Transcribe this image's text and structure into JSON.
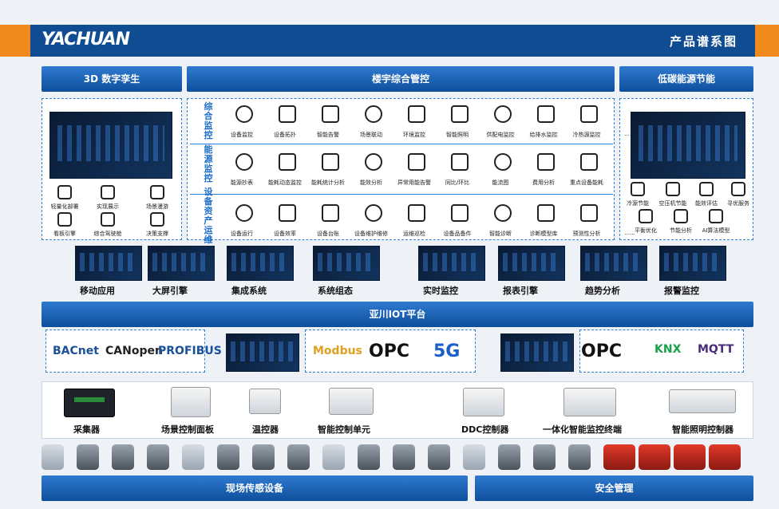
{
  "header": {
    "logo": "YACHUAN",
    "title": "产品谱系图"
  },
  "sections": {
    "digital_twin": "3D 数字孪生",
    "building": "楼宇综合管控",
    "low_carbon": "低碳能源节能",
    "iot": "亚川IOT平台",
    "sensors": "现场传感设备",
    "safety": "安全管理"
  },
  "twin_items": [
    "轻量化部署",
    "实现展示",
    "场景漫游",
    "看板引擎",
    "综合驾驶舱",
    "决策支撑"
  ],
  "rows": [
    {
      "label": "综合监控",
      "items": [
        "设备监控",
        "设备拓扑",
        "智能告警",
        "场景联动",
        "环境监控",
        "智能照明",
        "供配电监控",
        "给排水监控",
        "冷热源监控",
        "......"
      ]
    },
    {
      "label": "能源监控",
      "items": [
        "能源抄表",
        "能耗动态监控",
        "能耗统计分析",
        "能效分析",
        "异常用能告警",
        "同比/环比",
        "能流图",
        "费用分析",
        "重点设备能耗"
      ]
    },
    {
      "label": "设备资产运维",
      "items": [
        "设备运行",
        "设备效率",
        "设备台账",
        "设备维护维修",
        "运维巡检",
        "设备品备件",
        "智能诊断",
        "诊断模型库",
        "预测性分析",
        "......"
      ]
    }
  ],
  "carbon_items": [
    "冷源节能",
    "空压机节能",
    "能效评估",
    "寻优服务",
    "平衡优化",
    "节能分析",
    "AI算法模型"
  ],
  "apps": [
    "移动应用",
    "大屏引擎",
    "集成系统",
    "系统组态",
    "实时监控",
    "报表引擎",
    "趋势分析",
    "报警监控"
  ],
  "protocols": [
    "BACnet",
    "CANopen",
    "PROFIBUS",
    "Modbus",
    "OPC",
    "5G",
    "OPC",
    "KNX",
    "MQTT"
  ],
  "devices": [
    "采集器",
    "场景控制面板",
    "温控器",
    "智能控制单元",
    "DDC控制器",
    "一体化智能监控终端",
    "智能照明控制器"
  ],
  "colors": {
    "band": "#1a5fae",
    "accent": "#f08a1c",
    "label": "#1c6cc9"
  }
}
